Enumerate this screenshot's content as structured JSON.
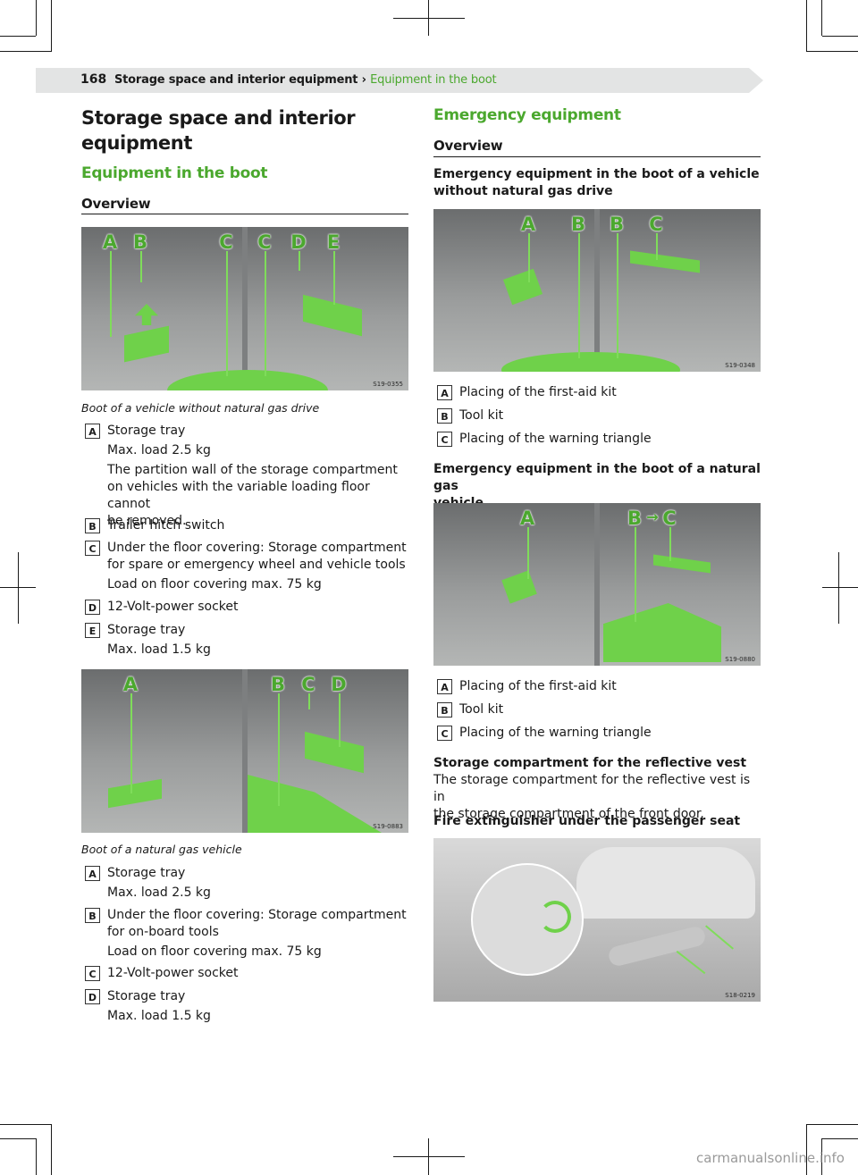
{
  "header": {
    "page_number": "168",
    "section": "Storage space and interior equipment",
    "separator": "›",
    "current": "Equipment in the boot"
  },
  "left": {
    "title": "Storage space and interior equipment",
    "title_line1": "Storage space and interior",
    "title_line2": "equipment",
    "subtitle": "Equipment in the boot",
    "overview": "Overview",
    "figure1": {
      "code": "S19-0355",
      "labels": [
        "A",
        "B",
        "C",
        "C",
        "D",
        "E"
      ]
    },
    "caption1": "Boot of a vehicle without natural gas drive",
    "list1": [
      {
        "key": "A",
        "lines": [
          "Storage tray",
          "Max. load 2.5 kg",
          "The partition wall of the storage compartment",
          "on vehicles with the variable loading floor cannot",
          "be removed."
        ]
      },
      {
        "key": "B",
        "lines": [
          "Trailer hitch switch"
        ]
      },
      {
        "key": "C",
        "lines": [
          "Under the floor covering: Storage compartment",
          "for spare or emergency wheel and vehicle tools",
          "Load on floor covering max. 75 kg"
        ]
      },
      {
        "key": "D",
        "lines": [
          "12-Volt-power socket"
        ]
      },
      {
        "key": "E",
        "lines": [
          "Storage tray",
          "Max. load 1.5 kg"
        ]
      }
    ],
    "figure2": {
      "code": "S19-0883",
      "labels": [
        "A",
        "B",
        "C",
        "D"
      ]
    },
    "caption2": "Boot of a natural gas vehicle",
    "list2": [
      {
        "key": "A",
        "lines": [
          "Storage tray",
          "Max. load 2.5 kg"
        ]
      },
      {
        "key": "B",
        "lines": [
          "Under the floor covering: Storage compartment",
          "for on-board tools",
          "Load on floor covering max. 75 kg"
        ]
      },
      {
        "key": "C",
        "lines": [
          "12-Volt-power socket"
        ]
      },
      {
        "key": "D",
        "lines": [
          "Storage tray",
          "Max. load 1.5 kg"
        ]
      }
    ]
  },
  "right": {
    "title": "Emergency equipment",
    "overview": "Overview",
    "heading1_line1": "Emergency equipment in the boot of a vehicle",
    "heading1_line2": "without natural gas drive",
    "figure3": {
      "code": "S19-0348",
      "labels": [
        "A",
        "B",
        "B",
        "C"
      ]
    },
    "list3": [
      {
        "key": "A",
        "text": "Placing of the first-aid kit"
      },
      {
        "key": "B",
        "text": "Tool kit"
      },
      {
        "key": "C",
        "text": "Placing of the warning triangle"
      }
    ],
    "heading2_line1": "Emergency equipment in the boot of a natural gas",
    "heading2_line2": "vehicle",
    "figure4": {
      "code": "S19-0880",
      "labels": [
        "A",
        "B",
        "C"
      ],
      "arrow": "→"
    },
    "list4": [
      {
        "key": "A",
        "text": "Placing of the first-aid kit"
      },
      {
        "key": "B",
        "text": "Tool kit"
      },
      {
        "key": "C",
        "text": "Placing of the warning triangle"
      }
    ],
    "vest_heading": "Storage compartment for the reflective vest",
    "vest_line1": "The storage compartment for the reflective vest is in",
    "vest_line2": "the storage compartment of the front door.",
    "fire_heading": "Fire extinguisher under the passenger seat",
    "figure5": {
      "code": "S18-0219"
    }
  },
  "watermark": "carmanualsonline.info"
}
